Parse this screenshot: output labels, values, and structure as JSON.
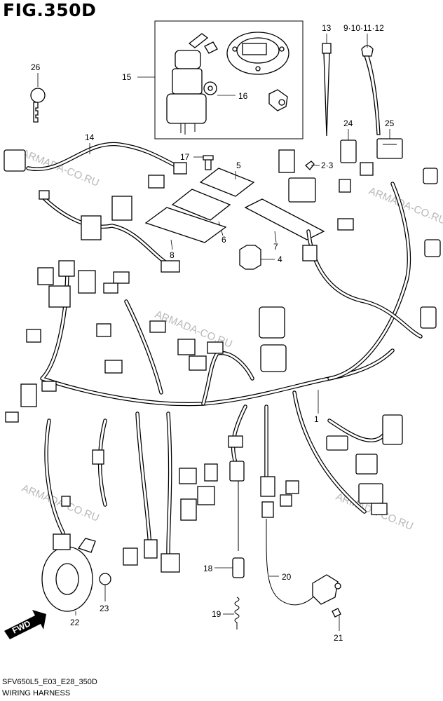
{
  "figure_title": "FIG.350D",
  "footer": {
    "code": "SFV650L5_E03_E28_350D",
    "name": "WIRING HARNESS"
  },
  "watermark": "ARMADA-CO.RU",
  "fwd_label": "FWD",
  "callouts": [
    {
      "id": "c1",
      "text": "1"
    },
    {
      "id": "c4",
      "text": "4"
    },
    {
      "id": "c5",
      "text": "5"
    },
    {
      "id": "c6",
      "text": "6"
    },
    {
      "id": "c7",
      "text": "7"
    },
    {
      "id": "c8",
      "text": "8"
    },
    {
      "id": "c13",
      "text": "13"
    },
    {
      "id": "c9",
      "text": "9·10·11·12"
    },
    {
      "id": "c14",
      "text": "14"
    },
    {
      "id": "c15",
      "text": "15"
    },
    {
      "id": "c16",
      "text": "16"
    },
    {
      "id": "c17",
      "text": "17"
    },
    {
      "id": "c2",
      "text": "2·3"
    },
    {
      "id": "c18",
      "text": "18"
    },
    {
      "id": "c19",
      "text": "19"
    },
    {
      "id": "c20",
      "text": "20"
    },
    {
      "id": "c21",
      "text": "21"
    },
    {
      "id": "c22",
      "text": "22"
    },
    {
      "id": "c23",
      "text": "23"
    },
    {
      "id": "c24",
      "text": "24"
    },
    {
      "id": "c25",
      "text": "25"
    },
    {
      "id": "c26",
      "text": "26"
    }
  ]
}
